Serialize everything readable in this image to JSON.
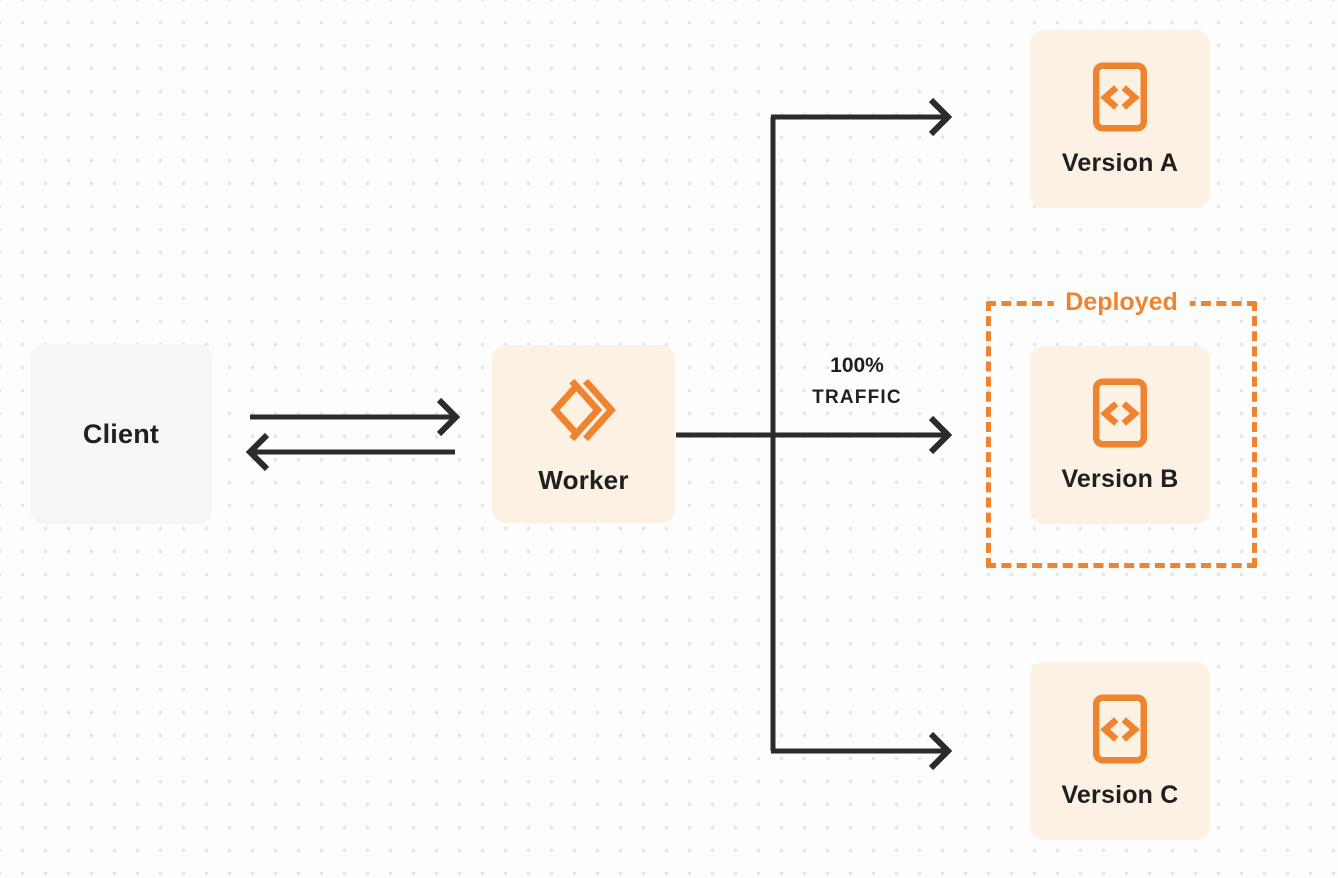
{
  "colors": {
    "page_bg": "#FDFDFD",
    "dot": "#E6E6E6",
    "orange": "#EF8430",
    "cream": "#FCF1E3",
    "gray_box": "#F6F6F8",
    "ink": "#1F1F1F",
    "arrow": "#2B2B2B"
  },
  "nodes": {
    "client": {
      "label": "Client"
    },
    "worker": {
      "label": "Worker",
      "icon": "workers-chevrons-icon"
    },
    "versions": [
      {
        "label": "Version A",
        "icon": "code-page-icon"
      },
      {
        "label": "Version B",
        "icon": "code-page-icon"
      },
      {
        "label": "Version C",
        "icon": "code-page-icon"
      }
    ]
  },
  "annotations": {
    "deployed": {
      "label": "Deployed"
    },
    "traffic": {
      "line1": "100%",
      "line2": "TRAFFIC"
    }
  },
  "edges": [
    {
      "name": "client-to-worker-request"
    },
    {
      "name": "worker-to-client-response"
    },
    {
      "name": "worker-to-version-b-100-percent-traffic"
    },
    {
      "name": "branch-to-version-a"
    },
    {
      "name": "branch-to-version-c"
    }
  ]
}
